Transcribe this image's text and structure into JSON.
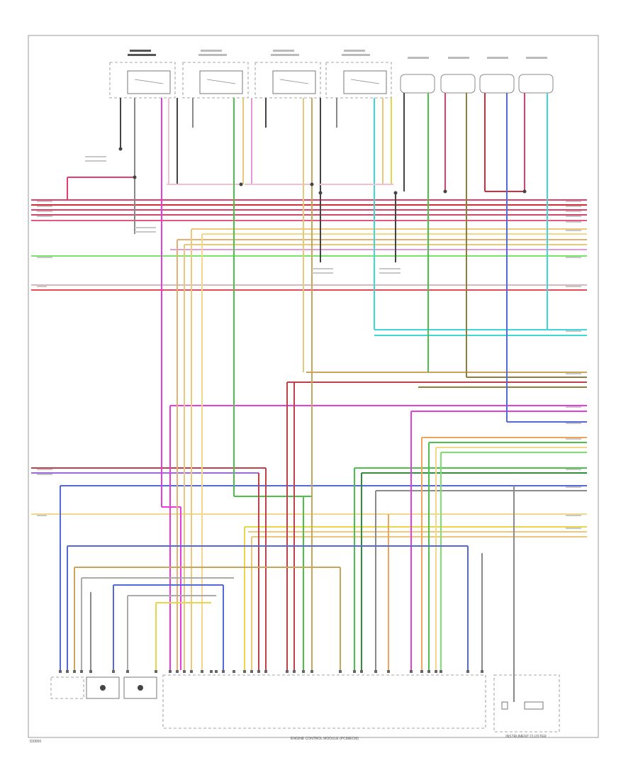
{
  "diagram": {
    "figure_id": "ID0000",
    "modules": {
      "engine_control_module": "ENGINE CONTROL MODULE (PCM/ECM)",
      "instrument_cluster": "INSTRUMENT CLUSTER"
    },
    "colors": {
      "pink": "#e43f6b",
      "red": "#d42d3a",
      "magenta": "#e83be0",
      "green": "#49c24a",
      "cyan": "#3fd8d8",
      "blue": "#5468d8",
      "tan": "#c9a55a",
      "yellow": "#e8d64a",
      "orange": "#f0a35a",
      "olive": "#8c7f3a",
      "gray": "#8a8a8a",
      "lightgreen": "#7ae36a",
      "violet": "#9a6ad8",
      "dkgreen": "#2f8f3f"
    }
  }
}
